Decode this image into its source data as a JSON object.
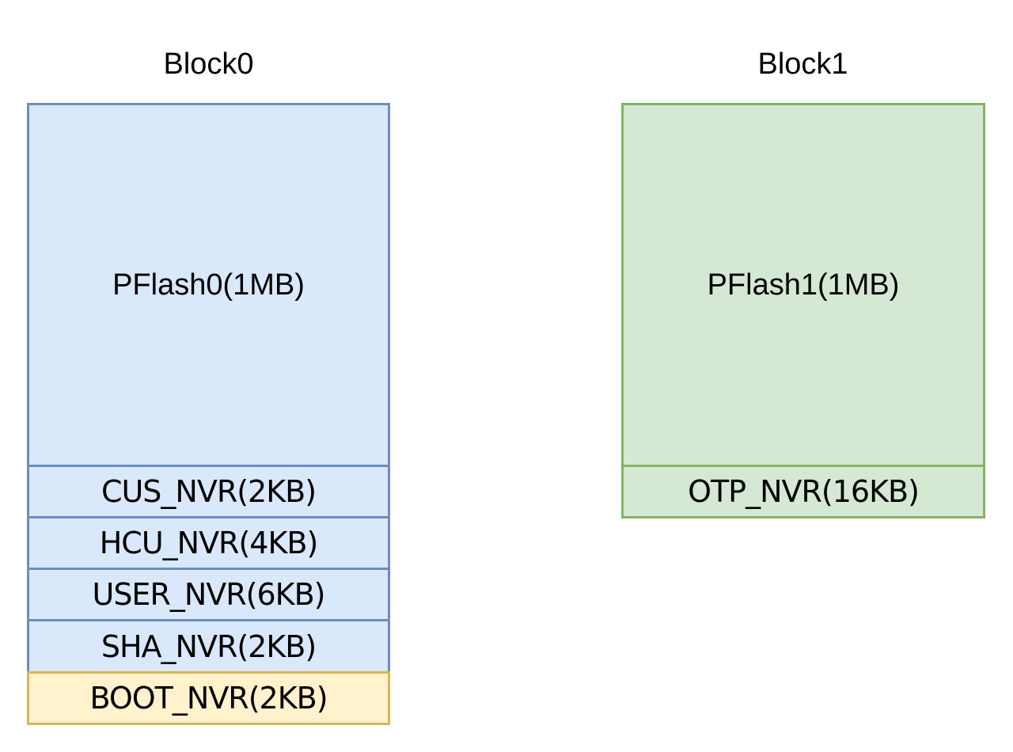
{
  "block0": {
    "title": "Block0",
    "main": "PFlash0(1MB)",
    "regions": [
      "CUS_NVR(2KB)",
      "HCU_NVR(4KB)",
      "USER_NVR(6KB)",
      "SHA_NVR(2KB)",
      "BOOT_NVR(2KB)"
    ]
  },
  "block1": {
    "title": "Block1",
    "main": "PFlash1(1MB)",
    "regions": [
      "OTP_NVR(16KB)"
    ]
  },
  "colors": {
    "blue_fill": "#dae8fc",
    "blue_stroke": "#6c8ebf",
    "green_fill": "#d5e8d4",
    "green_stroke": "#82b366",
    "yellow_fill": "#fff2cc",
    "yellow_stroke": "#d6b656"
  }
}
